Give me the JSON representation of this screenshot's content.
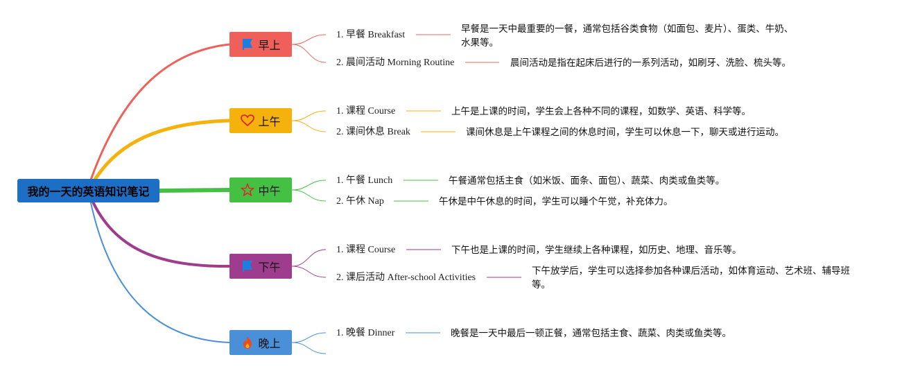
{
  "root": {
    "label": "我的一天的英语知识笔记"
  },
  "branches": [
    {
      "label": "早上",
      "color": "#f0605a",
      "icon": "flag-icon",
      "items": [
        {
          "label": "1. 早餐 Breakfast",
          "desc": "早餐是一天中最重要的一餐，通常包括谷类食物（如面包、麦片）、蛋类、牛奶、水果等。"
        },
        {
          "label": "2. 晨间活动 Morning Routine",
          "desc": "晨间活动是指在起床后进行的一系列活动，如刷牙、洗脸、梳头等。"
        }
      ]
    },
    {
      "label": "上午",
      "color": "#f5b10c",
      "icon": "heart-icon",
      "items": [
        {
          "label": "1. 课程 Course",
          "desc": "上午是上课的时间，学生会上各种不同的课程，如数学、英语、科学等。"
        },
        {
          "label": "2. 课间休息 Break",
          "desc": "课间休息是上午课程之间的休息时间，学生可以休息一下，聊天或进行运动。"
        }
      ]
    },
    {
      "label": "中午",
      "color": "#44c042",
      "icon": "star-icon",
      "items": [
        {
          "label": "1. 午餐 Lunch",
          "desc": "午餐通常包括主食（如米饭、面条、面包）、蔬菜、肉类或鱼类等。"
        },
        {
          "label": "2. 午休 Nap",
          "desc": "午休是中午休息的时间，学生可以睡个午觉，补充体力。"
        }
      ]
    },
    {
      "label": "下午",
      "color": "#9e3d8e",
      "icon": "flag-icon",
      "items": [
        {
          "label": "1. 课程 Course",
          "desc": "下午也是上课的时间，学生继续上各种课程，如历史、地理、音乐等。"
        },
        {
          "label": "2. 课后活动 After-school Activities",
          "desc": "下午放学后，学生可以选择参加各种课后活动，如体育运动、艺术班、辅导班等。"
        }
      ]
    },
    {
      "label": "晚上",
      "color": "#4a90d8",
      "icon": "fire-icon",
      "items": [
        {
          "label": "1. 晚餐 Dinner",
          "desc": "晚餐是一天中最后一顿正餐，通常包括主食、蔬菜、肉类或鱼类等。"
        },
        {
          "label": "",
          "desc": ""
        }
      ]
    }
  ]
}
